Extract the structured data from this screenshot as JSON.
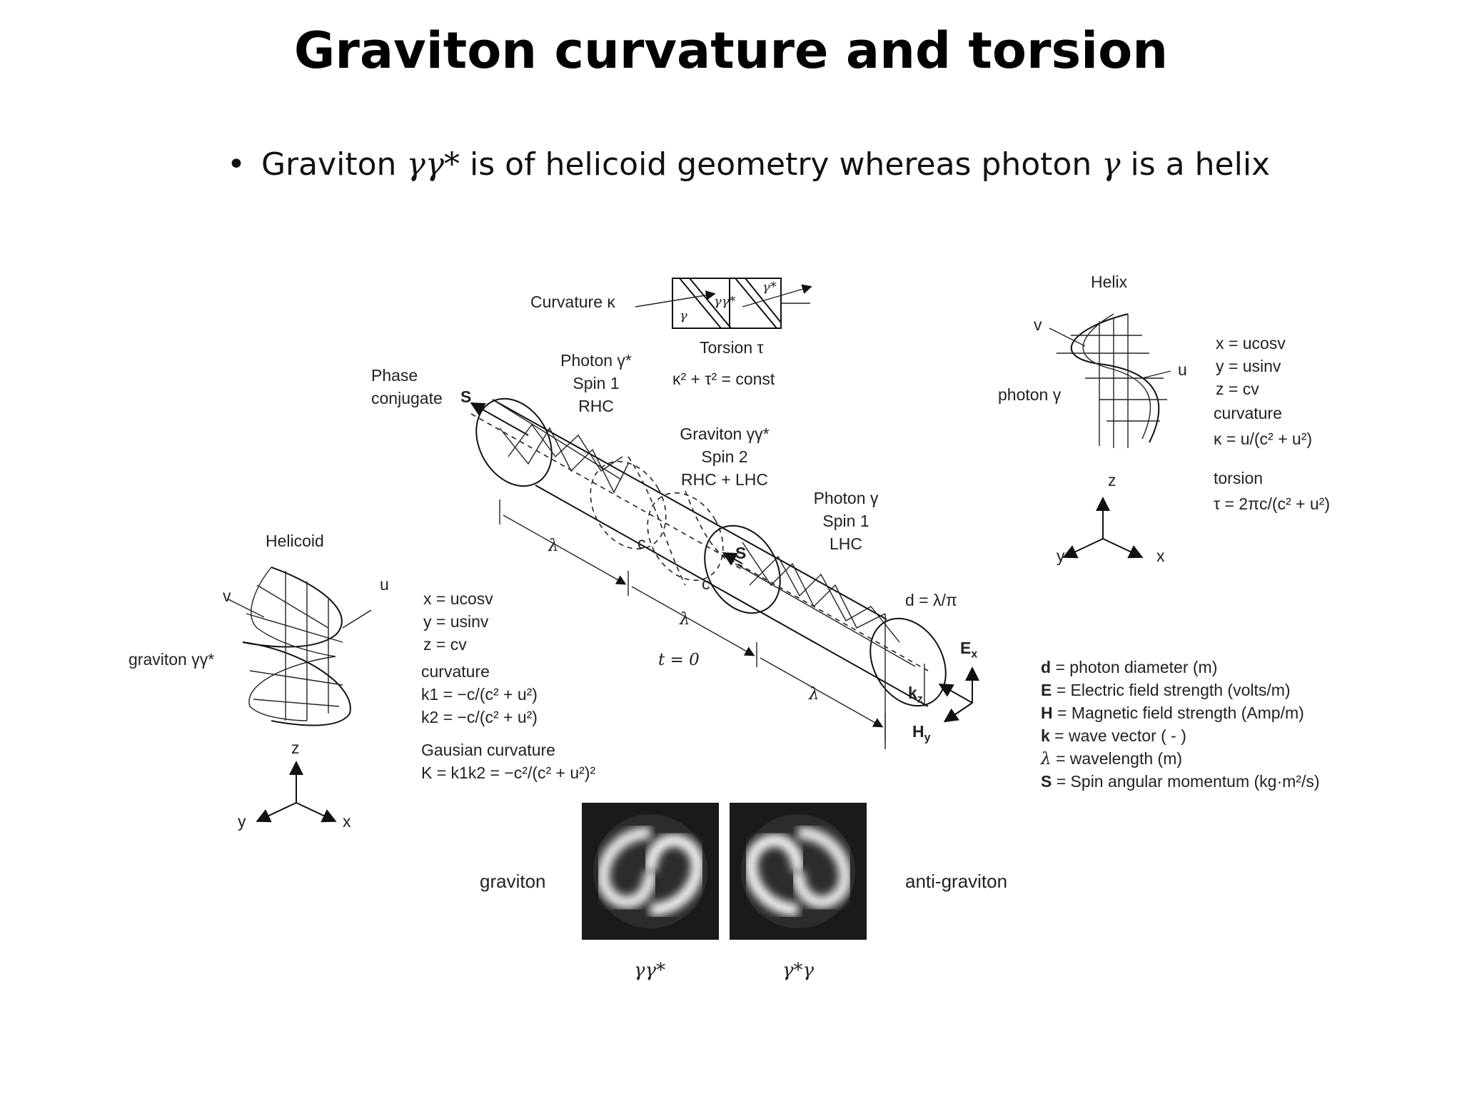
{
  "title": "Graviton curvature and torsion",
  "bullet": {
    "prefix": "Graviton",
    "sym1": "γγ*",
    "mid": "is of helicoid geometry whereas photon",
    "sym2": "γ",
    "suffix": "is a helix"
  },
  "top_box": {
    "curvature": "Curvature κ",
    "cell_left": "γ",
    "cell_mid": "γγ*",
    "cell_right": "γ*",
    "torsion": "Torsion τ",
    "relation": "κ² + τ² = const"
  },
  "tube": {
    "phase_conjugate_line1": "Phase",
    "phase_conjugate_line2": "conjugate",
    "s_left": "S",
    "photon_star_line1": "Photon γ*",
    "photon_star_line2": "Spin 1",
    "photon_star_line3": "RHC",
    "graviton_line1": "Graviton γγ*",
    "graviton_line2": "Spin 2",
    "graviton_line3": "RHC + LHC",
    "photon_line1": "Photon γ",
    "photon_line2": "Spin 1",
    "photon_line3": "LHC",
    "c1": "c",
    "c2": "c",
    "s_mid": "S",
    "lambda1": "λ",
    "lambda2": "λ",
    "lambda3": "λ",
    "t0": "t = 0",
    "diameter": "d = λ/π",
    "ex": "E",
    "ex_sub": "x",
    "kz": "k",
    "kz_sub": "z",
    "hy": "H",
    "hy_sub": "y"
  },
  "helix": {
    "title": "Helix",
    "v": "v",
    "u": "u",
    "photon": "photon γ",
    "eq_x": "x = ucosv",
    "eq_y": "y = usinv",
    "eq_z": "z = cv",
    "curvature_label": "curvature",
    "curvature_eq": "κ = u/(c² + u²)",
    "torsion_label": "torsion",
    "torsion_eq": "τ = 2πc/(c² + u²)",
    "axis_z": "z",
    "axis_y": "y",
    "axis_x": "x"
  },
  "helicoid": {
    "title": "Helicoid",
    "v": "v",
    "u": "u",
    "graviton": "graviton γγ*",
    "eq_x": "x = ucosv",
    "eq_y": "y = usinv",
    "eq_z": "z = cv",
    "curvature_label": "curvature",
    "k1": "k1 = −c/(c² + u²)",
    "k2": "k2 = −c/(c² + u²)",
    "gauss_label": "Gausian curvature",
    "gauss_eq": "K = k1k2 = −c²/(c² + u²)²",
    "axis_z": "z",
    "axis_y": "y",
    "axis_x": "x"
  },
  "legend": [
    {
      "sym": "d",
      "text": " = photon diameter  (m)"
    },
    {
      "sym": "E",
      "text": " = Electric field strength  (volts/m)"
    },
    {
      "sym": "H",
      "text": " = Magnetic field strength  (Amp/m)"
    },
    {
      "sym": "k",
      "text": " = wave vector  ( - )"
    },
    {
      "sym": "λ",
      "text": " = wavelength  (m)"
    },
    {
      "sym": "S",
      "text": " = Spin angular momentum  (kg·m²/s)"
    }
  ],
  "images": {
    "graviton_label": "graviton",
    "anti_label": "anti-graviton",
    "caption_left": "γγ*",
    "caption_right": "γ*γ"
  }
}
